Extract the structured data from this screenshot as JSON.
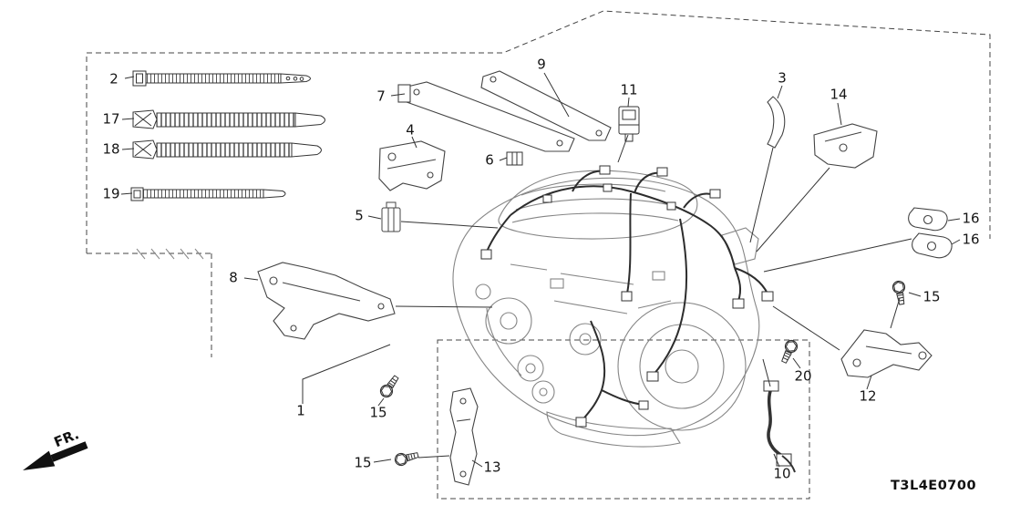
{
  "diagram": {
    "code": "T3L4E0700",
    "direction_label": "FR."
  },
  "callouts": [
    {
      "label": "2"
    },
    {
      "label": "17"
    },
    {
      "label": "18"
    },
    {
      "label": "19"
    },
    {
      "label": "7"
    },
    {
      "label": "9"
    },
    {
      "label": "4"
    },
    {
      "label": "6"
    },
    {
      "label": "11"
    },
    {
      "label": "3"
    },
    {
      "label": "14"
    },
    {
      "label": "5"
    },
    {
      "label": "16"
    },
    {
      "label": "16"
    },
    {
      "label": "8"
    },
    {
      "label": "15"
    },
    {
      "label": "1"
    },
    {
      "label": "15"
    },
    {
      "label": "20"
    },
    {
      "label": "12"
    },
    {
      "label": "15"
    },
    {
      "label": "13"
    },
    {
      "label": "10"
    }
  ]
}
